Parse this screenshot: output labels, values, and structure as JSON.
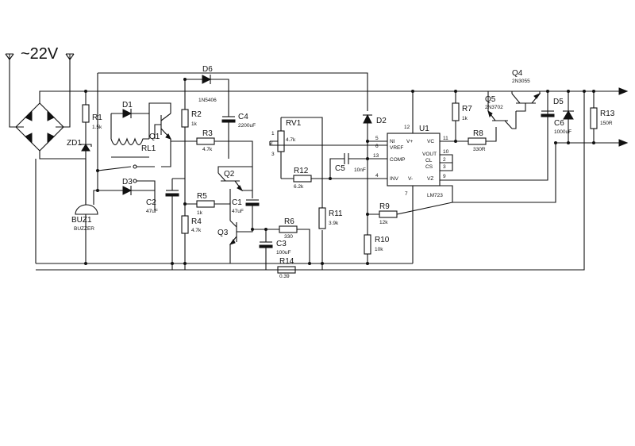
{
  "supply_label": "~22V",
  "components": {
    "R1": {
      "ref": "R1",
      "value": "1.5k"
    },
    "ZD1": {
      "ref": "ZD1"
    },
    "D1": {
      "ref": "D1"
    },
    "D2": {
      "ref": "D2"
    },
    "D3": {
      "ref": "D3"
    },
    "D5": {
      "ref": "D5"
    },
    "D6": {
      "ref": "D6",
      "value": "1N5406"
    },
    "RL1": {
      "ref": "RL1"
    },
    "Q1": {
      "ref": "Q1"
    },
    "Q2": {
      "ref": "Q2"
    },
    "Q3": {
      "ref": "Q3"
    },
    "Q4": {
      "ref": "Q4",
      "value": "2N3055"
    },
    "Q5": {
      "ref": "Q5",
      "value": "2N3702"
    },
    "R2": {
      "ref": "R2",
      "value": "1k"
    },
    "R3": {
      "ref": "R3",
      "value": "4.7k"
    },
    "R4": {
      "ref": "R4",
      "value": "4.7k"
    },
    "R5": {
      "ref": "R5",
      "value": "1k"
    },
    "R6": {
      "ref": "R6",
      "value": "330"
    },
    "R7": {
      "ref": "R7",
      "value": "1k"
    },
    "R8": {
      "ref": "R8",
      "value": "330R"
    },
    "R9": {
      "ref": "R9",
      "value": "12k"
    },
    "R10": {
      "ref": "R10",
      "value": "10k"
    },
    "R11": {
      "ref": "R11",
      "value": "3.9k"
    },
    "R12": {
      "ref": "R12",
      "value": "6.2k"
    },
    "R13": {
      "ref": "R13",
      "value": "150R"
    },
    "R14": {
      "ref": "R14",
      "value": "0.39"
    },
    "RV1": {
      "ref": "RV1",
      "value": "4.7k"
    },
    "C1": {
      "ref": "C1",
      "value": "47uF"
    },
    "C2": {
      "ref": "C2",
      "value": "47uF"
    },
    "C3": {
      "ref": "C3",
      "value": "100uF"
    },
    "C4": {
      "ref": "C4",
      "value": "2200uF"
    },
    "C5": {
      "ref": "C5",
      "value": "10nF"
    },
    "C6": {
      "ref": "C6",
      "value": "1000uF"
    },
    "BUZ1": {
      "ref": "BUZ1",
      "value": "BUZZER"
    },
    "U1": {
      "ref": "U1",
      "value": "LM723"
    }
  },
  "u1_pins": {
    "ni": "NI",
    "vref": "VREF",
    "comp": "COMP",
    "inv": "INV",
    "vplus": "V+",
    "vc": "VC",
    "vout": "VOUT",
    "cl": "CL",
    "cs": "CS",
    "vminus": "V-",
    "vz": "VZ",
    "n5": "5",
    "n6": "6",
    "n13": "13",
    "n4": "4",
    "n12": "12",
    "n11": "11",
    "n10": "10",
    "n2": "2",
    "n3": "3",
    "n9": "9",
    "n7": "7"
  },
  "rv1_pins": {
    "p1": "1",
    "p2": "2",
    "p3": "3"
  }
}
